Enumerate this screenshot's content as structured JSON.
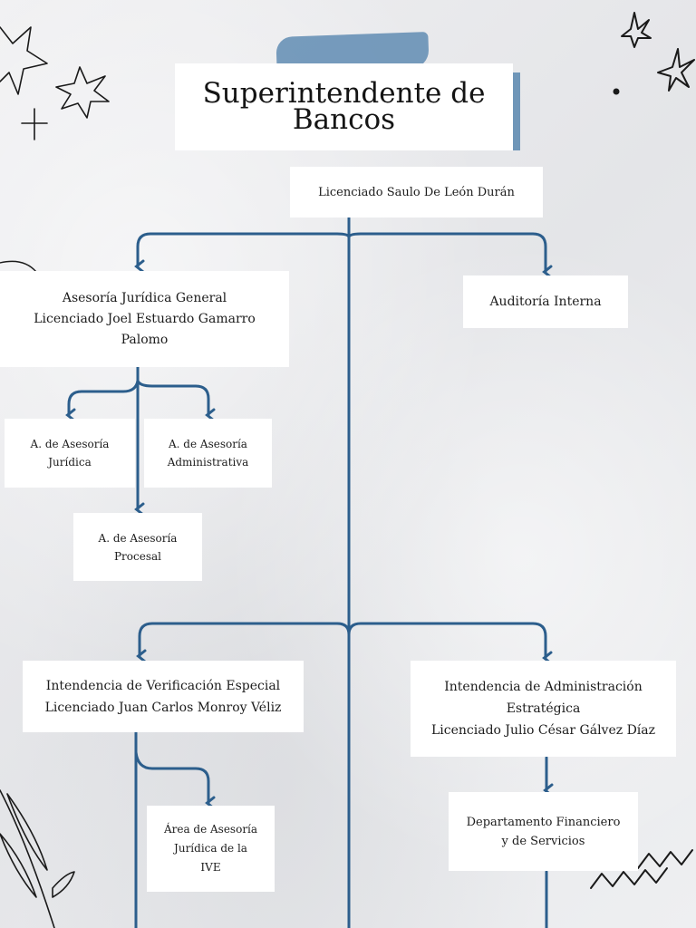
{
  "title": [
    "Superintendente de",
    "Bancos"
  ],
  "colors": {
    "connector": "#2c5e8c",
    "accent": "#6f96b8",
    "box": "#ffffff"
  },
  "nodes": {
    "superintendent": "Licenciado Saulo De León Durán",
    "legal_general": [
      "Asesoría Jurídica General",
      "Licenciado Joel Estuardo Gamarro",
      "Palomo"
    ],
    "internal_audit": "Auditoría Interna",
    "legal_area": [
      "A. de Asesoría",
      "Jurídica"
    ],
    "admin_area": [
      "A. de Asesoría",
      "Administrativa"
    ],
    "procedural_area": [
      "A. de Asesoría",
      "Procesal"
    ],
    "special_verification": [
      "Intendencia de Verificación Especial",
      "Licenciado Juan Carlos Monroy Véliz"
    ],
    "strategic_admin": [
      "Intendencia de Administración",
      "Estratégica",
      "Licenciado Julio César Gálvez Díaz"
    ],
    "ive_legal": [
      "Área de Asesoría",
      "Jurídica de la",
      "IVE"
    ],
    "finance_dept": [
      "Departamento Financiero",
      "y de Servicios"
    ]
  },
  "decorations": [
    "star-doodle-icon",
    "sparkle-icon",
    "dot-icon",
    "zigzag-icon",
    "leaf-branch-icon",
    "arc-doodle-icon"
  ]
}
